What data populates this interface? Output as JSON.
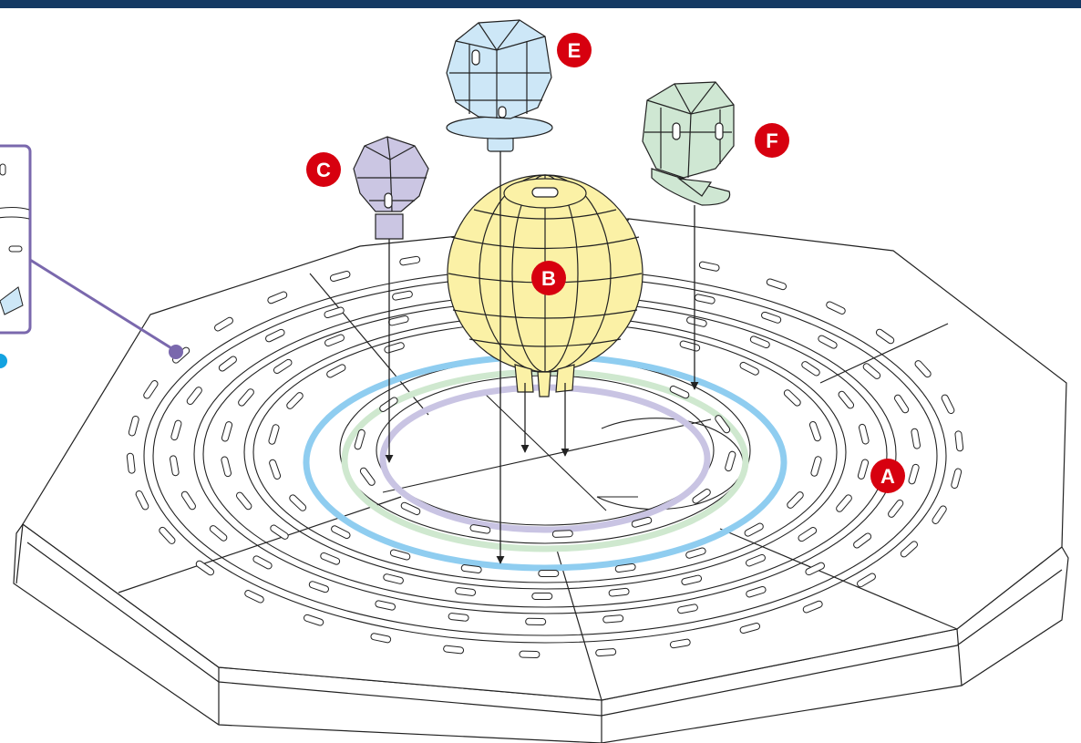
{
  "labels": {
    "A": "A",
    "B": "B",
    "C": "C",
    "E": "E",
    "F": "F"
  },
  "colors": {
    "top_bar": "#143963",
    "label_badge": "#d7000f",
    "ring_blue": "#8fcdf0",
    "ring_green": "#cfe8cf",
    "ring_purple": "#c9c4e3",
    "part_B_fill": "#fbf1a6",
    "part_C_fill": "#cbc6e3",
    "part_E_fill": "#cde7f7",
    "part_F_fill": "#cfe7d3",
    "callout_frame": "#7a68ad",
    "callout_dot_blue": "#13a2e0",
    "line": "#222222"
  }
}
